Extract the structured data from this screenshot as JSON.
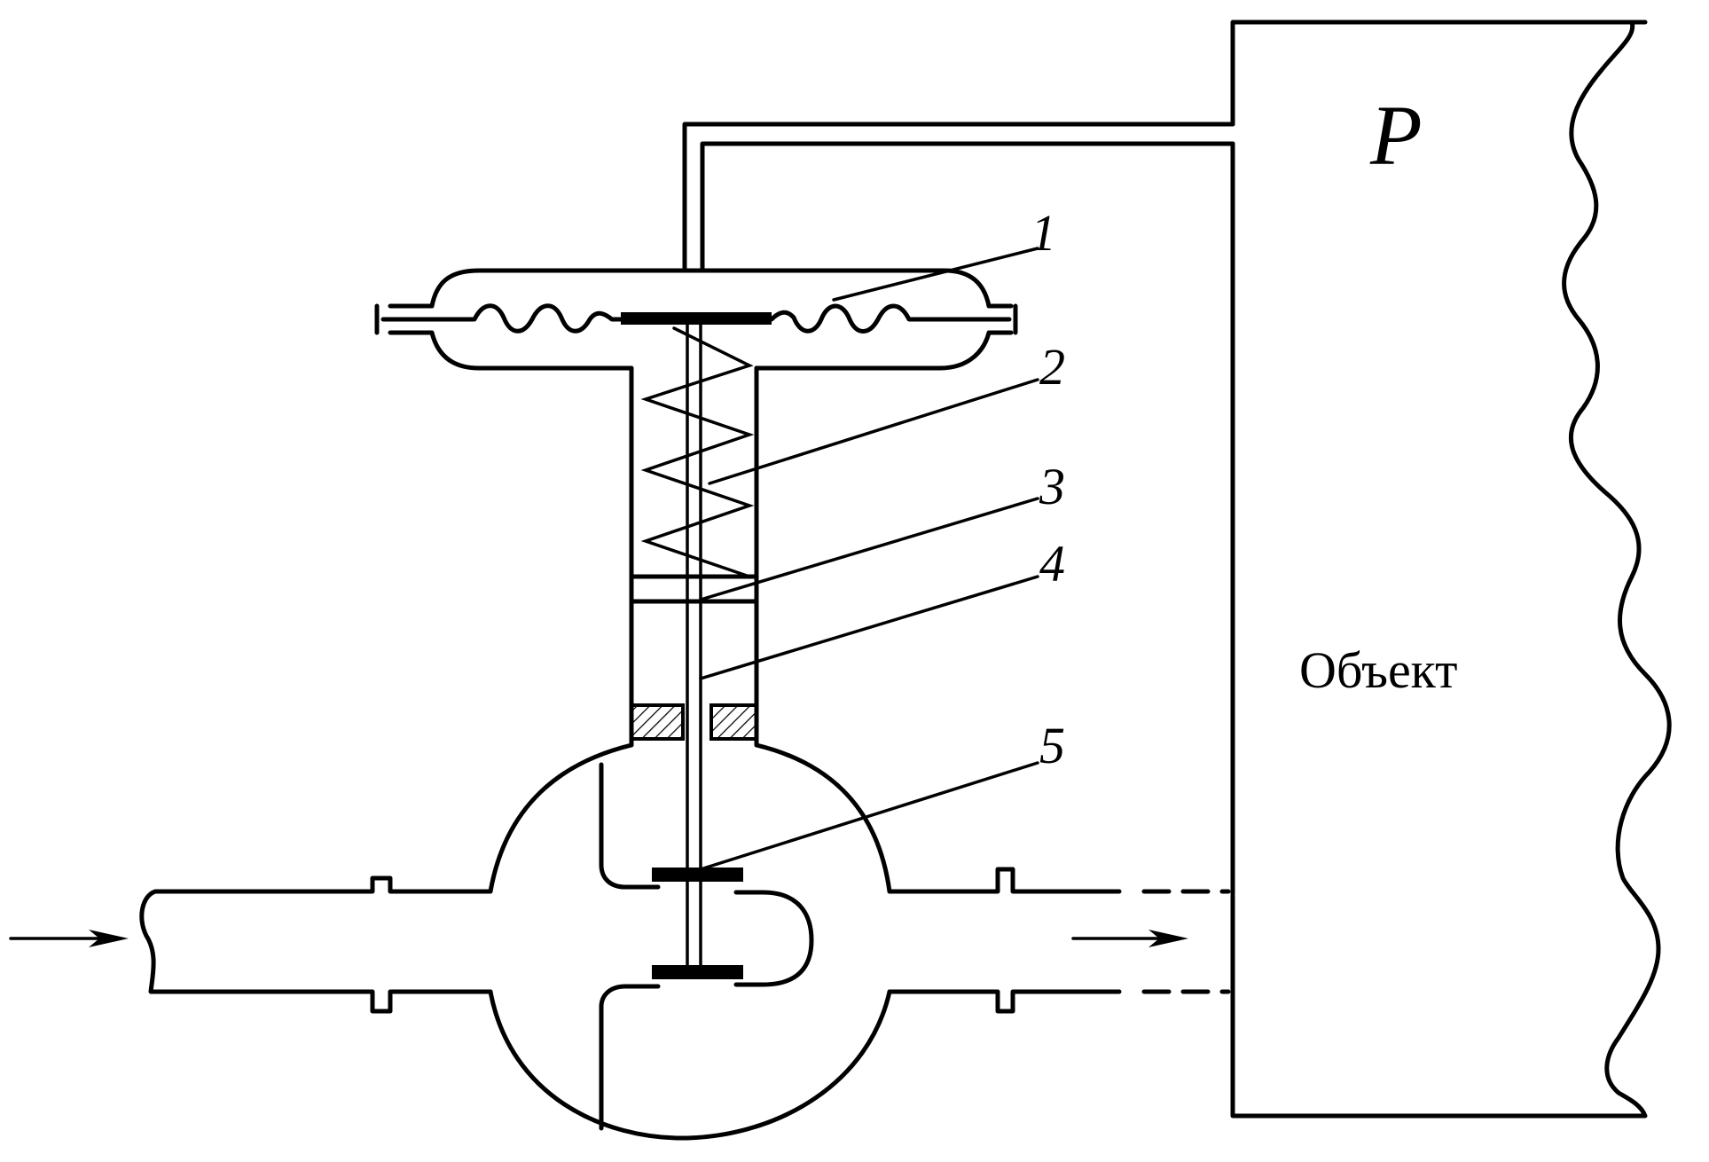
{
  "labels": {
    "pressure": "P",
    "object": "Объект",
    "part_1": "1",
    "part_2": "2",
    "part_3": "3",
    "part_4": "4",
    "part_5": "5"
  },
  "colors": {
    "line": "#000000",
    "background": "#ffffff"
  },
  "icons": {
    "inflow": "arrow-right-icon",
    "outflow": "arrow-right-icon"
  }
}
